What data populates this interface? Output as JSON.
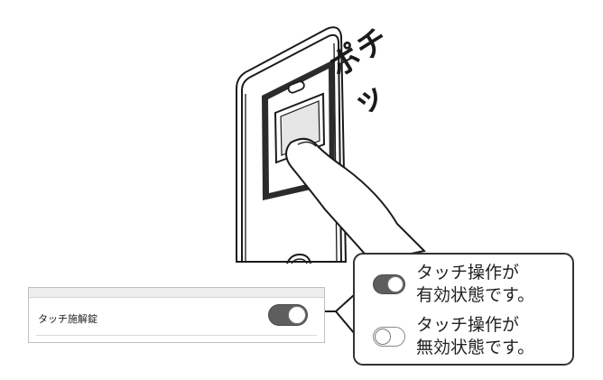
{
  "sound_effect": "ポチッ",
  "settings": {
    "row_label": "タッチ施解錠",
    "toggle_state": "on"
  },
  "callout": {
    "on_line1": "タッチ操作が",
    "on_line2": "有効状態です。",
    "off_line1": "タッチ操作が",
    "off_line2": "無効状態です。"
  }
}
